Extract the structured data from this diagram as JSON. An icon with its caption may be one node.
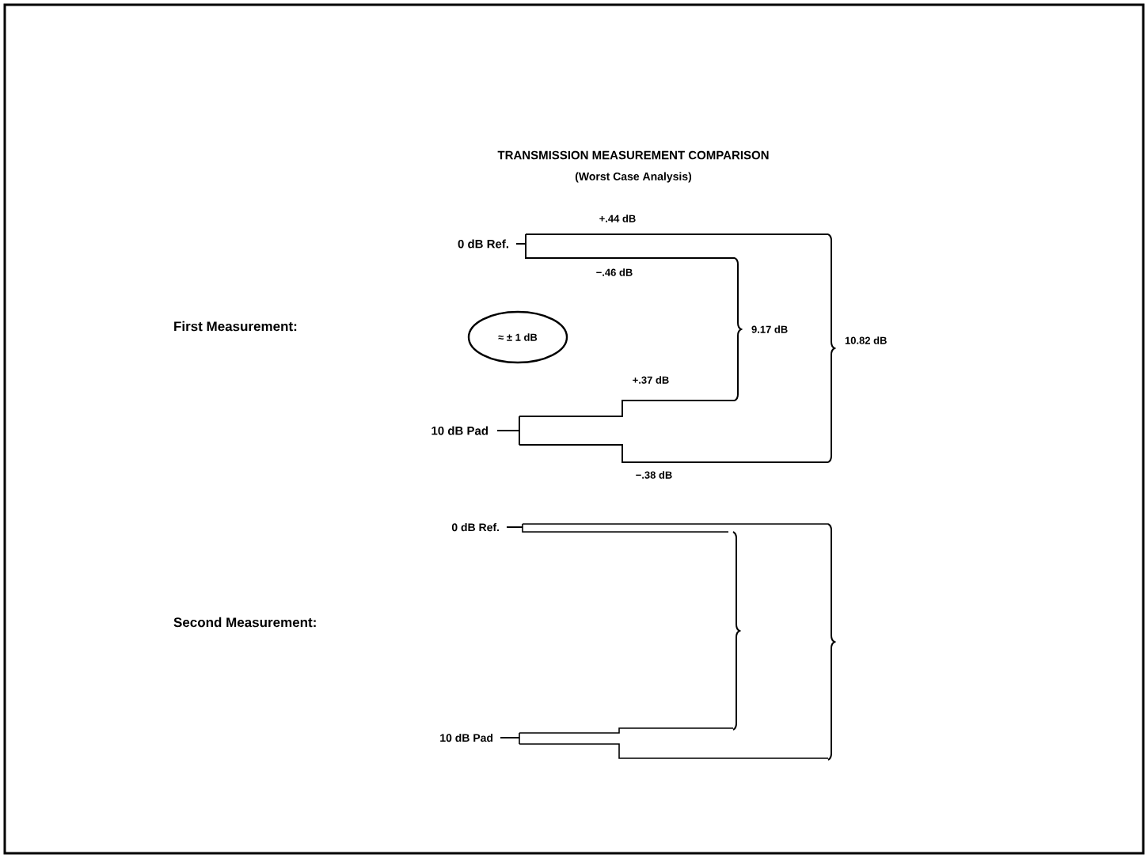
{
  "diagram": {
    "title": "TRANSMISSION MEASUREMENT COMPARISON",
    "nodes": [
      {
        "text": [
          "≈ ± 1 dB"
        ]
      }
    ],
    "labels": [
      "(Worst Case Analysis)",
      "+.44 dB",
      "0 dB Ref.",
      "−.46 dB",
      "First Measurement:",
      "9.17 dB",
      "10.82 dB",
      "+.37 dB",
      "10 dB Pad",
      "−.38 dB",
      "0 dB Ref.",
      "Second Measurement:",
      "10 dB Pad"
    ]
  }
}
